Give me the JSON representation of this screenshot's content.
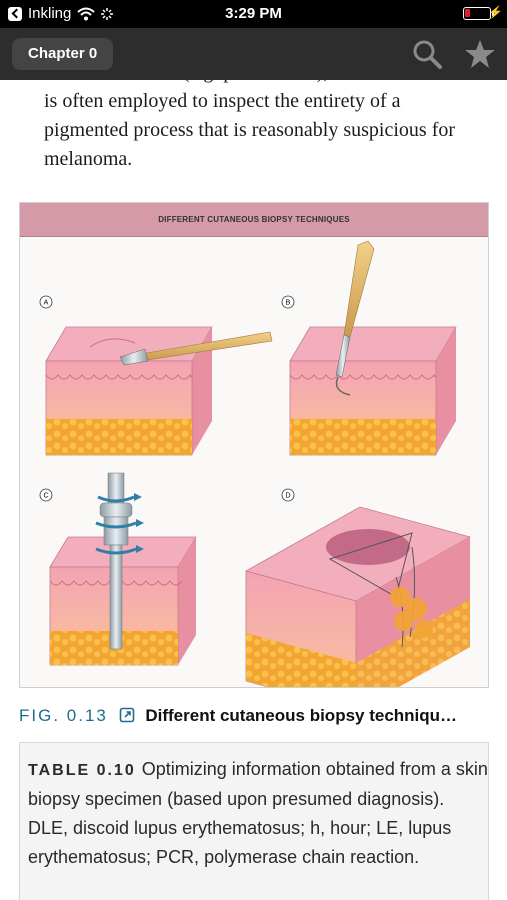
{
  "status_bar": {
    "carrier": "Inkling",
    "time": "3:29 PM",
    "battery_color": "#e02020"
  },
  "nav": {
    "chapter_label": "Chapter 0",
    "icons": [
      "search-icon",
      "star-icon"
    ]
  },
  "body_text": "subcutaneous fat (e.g. panniculitis), while an excision is often employed to inspect the entirety of a pigmented process that is reasonably suspicious for melanoma.",
  "figure": {
    "title": "DIFFERENT CUTANEOUS BIOPSY TECHNIQUES",
    "panel_labels": [
      "A",
      "B",
      "C",
      "D"
    ]
  },
  "caption": {
    "number": "FIG. 0.13",
    "text": "Different cutaneous biopsy techniqu…",
    "accent_color": "#1c6e8c"
  },
  "table": {
    "number": "TABLE 0.10",
    "title": "Optimizing information obtained from a skin biopsy specimen (based upon presumed diagnosis).",
    "note": "DLE, discoid lupus erythematosus; h, hour; LE, lupus erythematosus; PCR, polymerase chain reaction."
  }
}
